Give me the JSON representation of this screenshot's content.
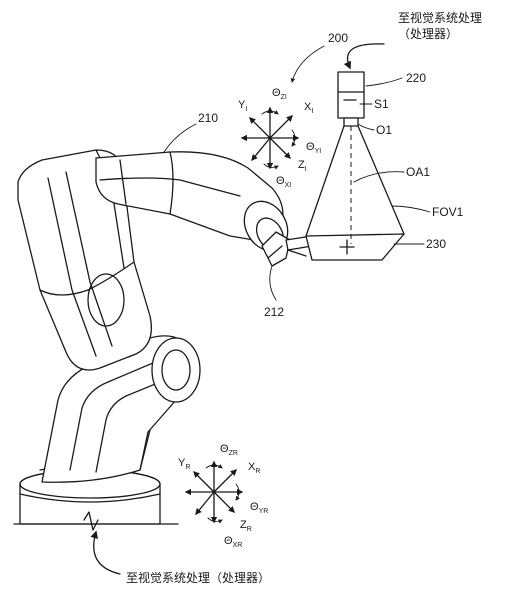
{
  "labels": {
    "vision_top_line1": "至视觉系统处理",
    "vision_top_line2": "（处理器）",
    "vision_bottom": "至视觉系统处理（处理器）",
    "ref_200": "200",
    "ref_220": "220",
    "ref_210": "210",
    "ref_212": "212",
    "ref_230": "230",
    "s1": "S1",
    "o1": "O1",
    "oa1": "OA1",
    "fov1": "FOV1"
  },
  "tool_axes": {
    "theta_z": "Θ",
    "theta_z_sub": "ZI",
    "y": "Y",
    "y_sub": "I",
    "x": "X",
    "x_sub": "I",
    "theta_y": "Θ",
    "theta_y_sub": "YI",
    "z": "Z",
    "z_sub": "I",
    "theta_x": "Θ",
    "theta_x_sub": "XI"
  },
  "robot_axes": {
    "theta_z": "Θ",
    "theta_z_sub": "ZR",
    "y": "Y",
    "y_sub": "R",
    "x": "X",
    "x_sub": "R",
    "theta_y": "Θ",
    "theta_y_sub": "YR",
    "z": "Z",
    "z_sub": "R",
    "theta_x": "Θ",
    "theta_x_sub": "XR"
  },
  "icons": [
    "camera-icon",
    "crosshair-icon",
    "coordinate-triad-icon",
    "curved-leader-arrow"
  ]
}
